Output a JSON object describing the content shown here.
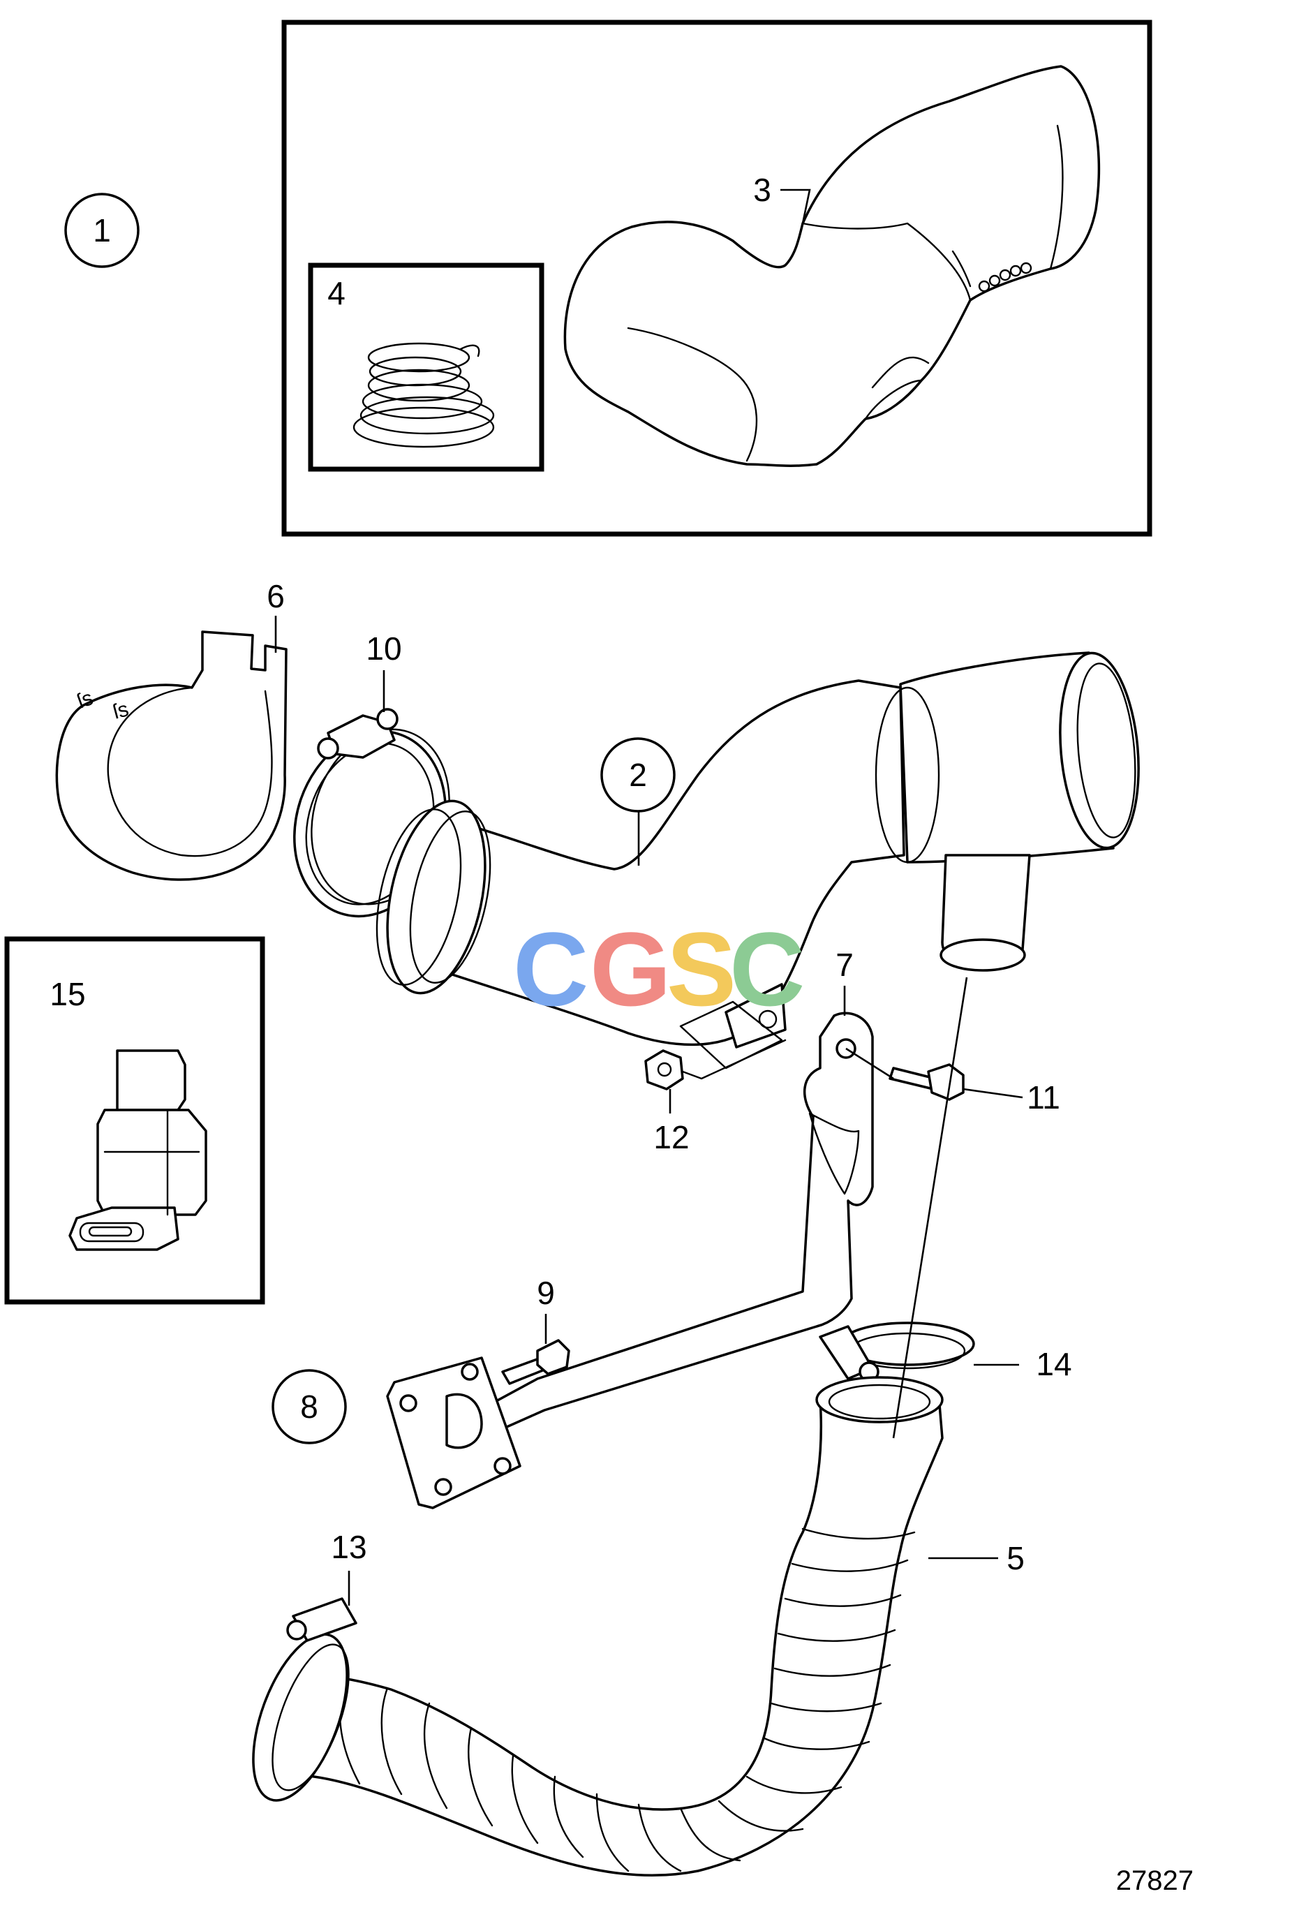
{
  "diagram_number": "27827",
  "watermark": {
    "letters": [
      "C",
      "G",
      "S",
      "C"
    ],
    "colors": [
      "#7aa7ee",
      "#f08a84",
      "#f3c95b",
      "#8ccb94"
    ]
  },
  "callouts": {
    "c1": "1",
    "c2": "2",
    "c3": "3",
    "c4": "4",
    "c5": "5",
    "c6": "6",
    "c7": "7",
    "c8": "8",
    "c9": "9",
    "c10": "10",
    "c11": "11",
    "c12": "12",
    "c13": "13",
    "c14": "14",
    "c15": "15"
  },
  "colors": {
    "line": "#000000",
    "background": "#ffffff"
  }
}
